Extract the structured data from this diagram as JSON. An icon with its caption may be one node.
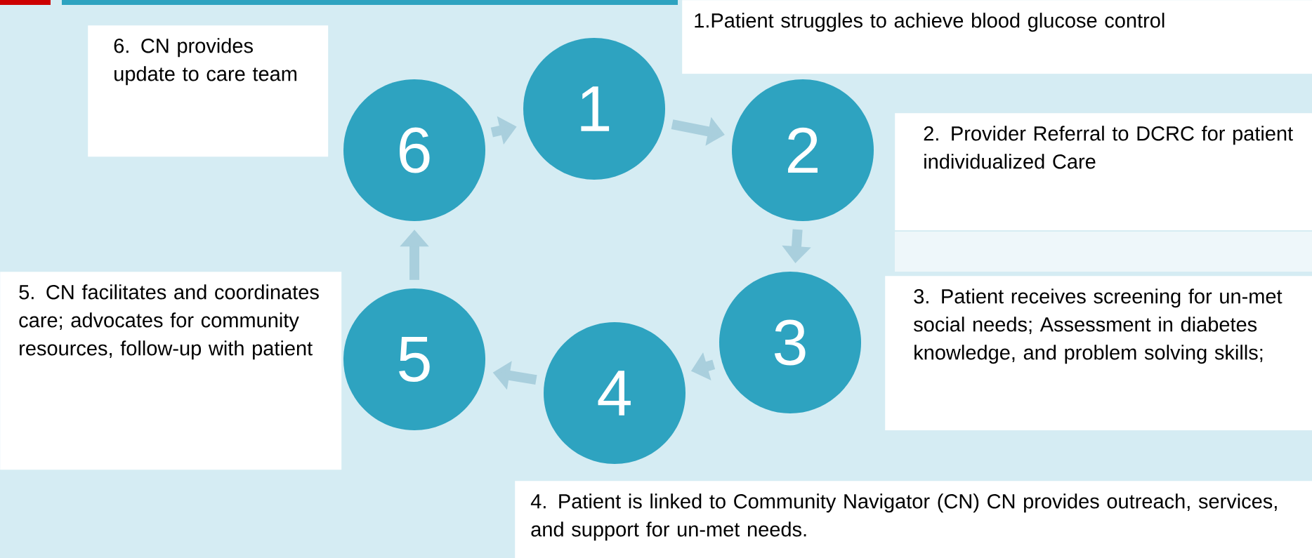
{
  "diagram": {
    "nodes": [
      {
        "text": [
          "1"
        ]
      },
      {
        "text": [
          "2"
        ]
      },
      {
        "text": [
          "3"
        ]
      },
      {
        "text": [
          "4"
        ]
      },
      {
        "text": [
          "5"
        ]
      },
      {
        "text": [
          "6"
        ]
      },
      {
        "text": [
          "1.Patient struggles to achieve blood glucose control"
        ]
      },
      {
        "text": [
          "2. Provider Referral to DCRC for patient individualized Care"
        ]
      },
      {
        "text": [
          "3. Patient receives screening for un-met social needs; Assessment in diabetes knowledge, and problem solving skills;"
        ]
      },
      {
        "text": [
          "4. Patient is linked to Community Navigator (CN) CN provides outreach, services, and support for un-met needs."
        ]
      },
      {
        "text": [
          "5. CN facilitates and coordinates care; advocates for community resources, follow-up with patient"
        ]
      },
      {
        "text": [
          "6. CN provides update to care team"
        ]
      }
    ],
    "edges": [
      {
        "from": 0,
        "to": 1,
        "arrow": "to"
      },
      {
        "from": 1,
        "to": 2,
        "arrow": "to"
      },
      {
        "from": 2,
        "to": 3,
        "arrow": "to"
      },
      {
        "from": 3,
        "to": 4,
        "arrow": "to"
      },
      {
        "from": 4,
        "to": 5,
        "arrow": "to"
      },
      {
        "from": 5,
        "to": 0,
        "arrow": "to"
      }
    ]
  }
}
